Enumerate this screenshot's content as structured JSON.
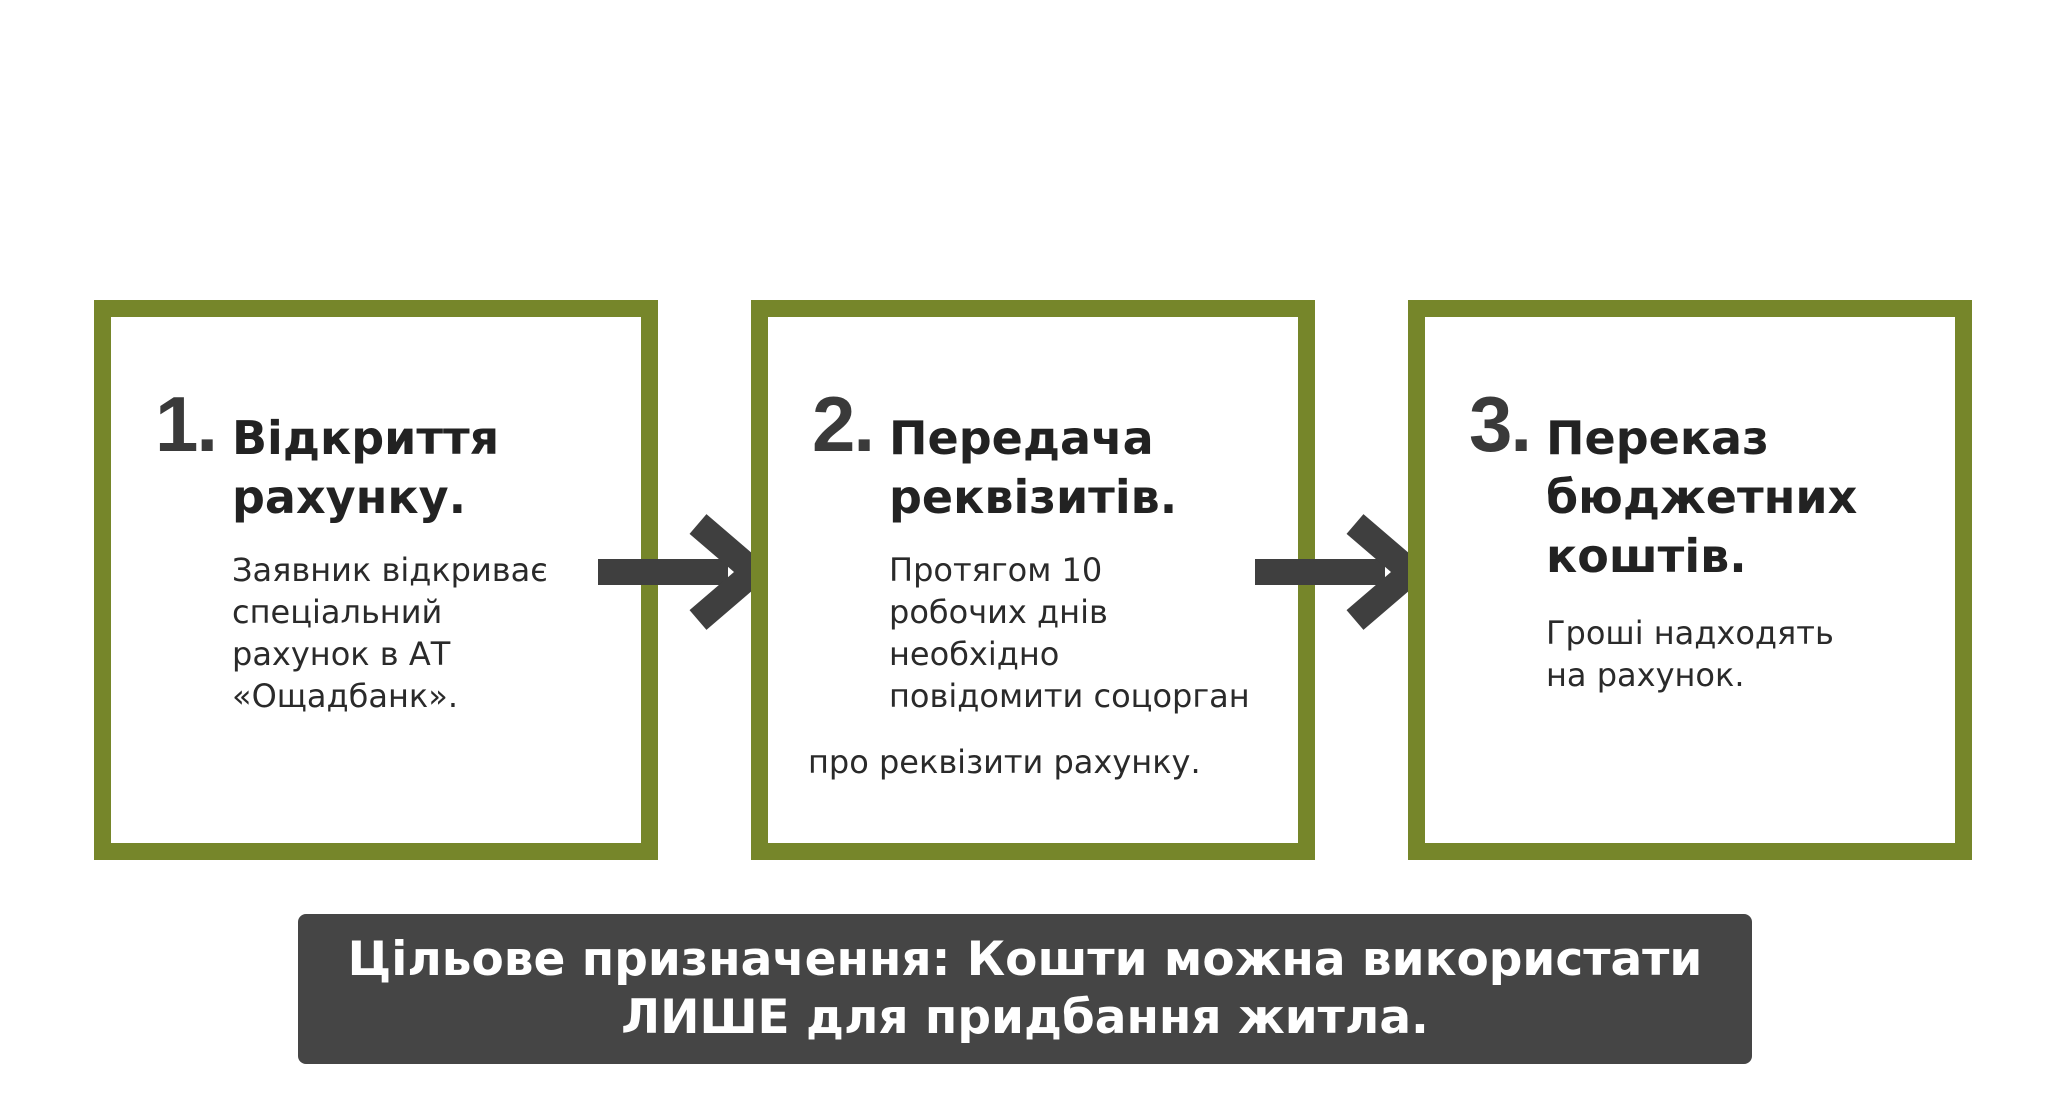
{
  "steps": [
    {
      "number": "1.",
      "title_lines": [
        "Відкриття",
        "рахунку."
      ],
      "text_lines": [
        "Заявник відкриває",
        "спеціальний",
        "рахунок в АТ",
        "«Ощадбанк»."
      ]
    },
    {
      "number": "2.",
      "title_lines": [
        "Передача",
        "реквізитів."
      ],
      "text_lines": [
        "Протягом 10",
        "робочих днів",
        "необхідно",
        "повідомити соцорган"
      ],
      "extra_line": "про реквізити рахунку."
    },
    {
      "number": "3.",
      "title_lines": [
        "Переказ",
        "бюджетних",
        "коштів."
      ],
      "text_lines": [
        "Гроші надходять",
        "на рахунок."
      ]
    }
  ],
  "banner": {
    "lines": [
      "Цільове призначення: Кошти можна використати",
      "ЛИШЕ для придбання житла."
    ]
  },
  "colors": {
    "box_border": "#76862a",
    "arrow": "#3f3f3f",
    "banner_bg": "#454545",
    "banner_text": "#ffffff"
  }
}
